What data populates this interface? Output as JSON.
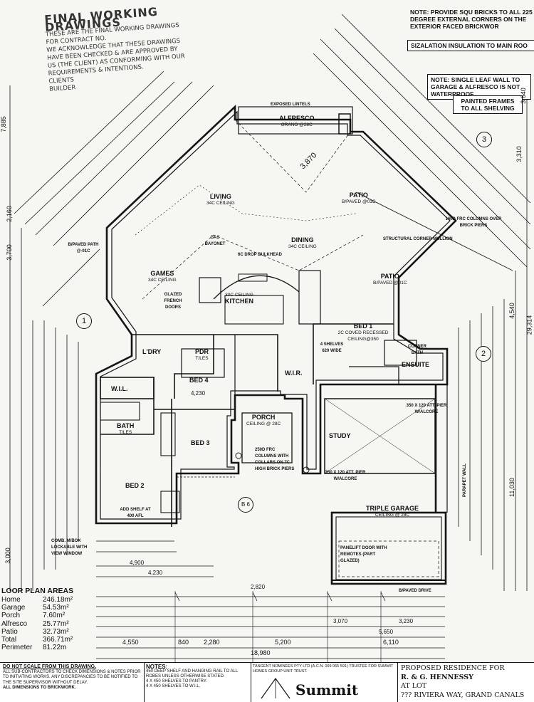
{
  "stamp": {
    "title": "FINAL WORKING DRAWINGS",
    "lines": [
      "THESE ARE THE FINAL WORKING DRAWINGS",
      "FOR CONTRACT No.",
      "WE ACKNOWLEDGE THAT THESE DRAWINGS",
      "HAVE BEEN CHECKED & ARE APPROVED BY",
      "US (THE CLIENT) AS CONFORMING WITH OUR",
      "REQUIREMENTS & INTENTIONS.",
      "CLIENTS",
      "BUILDER"
    ]
  },
  "notes": {
    "bricks": "NOTE: PROVIDE SQU BRICKS TO ALL 225 DEGREE EXTERNAL CORNERS ON THE EXTERIOR FACED BRICKWOR",
    "insulation": "SIZALATION INSULATION TO MAIN ROO",
    "wall": "NOTE: SINGLE LEAF WALL TO GARAGE & ALFRESCO IS NOT WATERPROOF",
    "frames": "PAINTED FRAMES TO ALL SHELVING"
  },
  "rooms": {
    "alfresco": {
      "name": "ALFRESCO",
      "sub": "GRANO @28C"
    },
    "living": {
      "name": "LIVING",
      "sub": "34c CEILING"
    },
    "dining": {
      "name": "DINING",
      "sub": "34c CEILING"
    },
    "patio_top": {
      "name": "PATIO",
      "sub": "B/PAVED @01C"
    },
    "patio_right": {
      "name": "PATIO",
      "sub": "B/PAVED @01C"
    },
    "games": {
      "name": "GAMES",
      "sub": "34c CEILING"
    },
    "kitchen": {
      "name": "KITCHEN",
      "sub": "30c CEILING"
    },
    "bed1": {
      "name": "BED 1",
      "sub": "2C COVED RECESSED CEILING@350"
    },
    "ldry": {
      "name": "L'DRY",
      "sub": ""
    },
    "pdr": {
      "name": "PDR",
      "sub": "T/LES"
    },
    "bed4": {
      "name": "BED 4",
      "sub": ""
    },
    "wil": {
      "name": "W.I.L.",
      "sub": ""
    },
    "bath": {
      "name": "BATH",
      "sub": "T/LES"
    },
    "bed3": {
      "name": "BED 3",
      "sub": ""
    },
    "bed2": {
      "name": "BED 2",
      "sub": ""
    },
    "porch": {
      "name": "PORCH",
      "sub": "CEILING @ 28C"
    },
    "study": {
      "name": "STUDY",
      "sub": ""
    },
    "ensuite": {
      "name": "ENSUITE",
      "sub": ""
    },
    "wir": {
      "name": "W.I.R.",
      "sub": ""
    },
    "garage": {
      "name": "TRIPLE GARAGE",
      "sub": "CEILING @ 28C"
    }
  },
  "plan_notes": {
    "exposed_lintels": "EXPOSED LINTELS",
    "structural_mullion": "STRUCTURAL CORNER MULLION",
    "frc_columns": "160D FRC COLUMNS OVER BRICK PIERS",
    "drop_bulkhead": "6C DROP BULKHEAD",
    "glazed_doors": "GLAZED FRENCH DOORS",
    "gas_bayonet": "GAS BAYONET",
    "bipaved_path": "B/PAVED PATH @-01C",
    "corner_bath": "CORNER BATH",
    "att_pier_1": "350 X 120 ATT. PIER W/ALCORE",
    "att_pier_2": "350 X 120 ATT. PIER W/ALCORE",
    "porch_columns": "250D FRC COLUMNS WITH COLLARS ON 7C HIGH BRICK PIERS",
    "panel_door": "PANELIFT DOOR WITH REMOTES (PART GLAZED)",
    "mailbox": "COMB. M/BOX LOCKABLE WITH VIEW WINDOW",
    "drive": "B/PAVED DRIVE",
    "parapet": "PARAPET WALL",
    "shelves": "4 SHELVES 620 WIDE",
    "add_shelf": "ADD SHELF AT 400 AFL"
  },
  "areas": {
    "title": "LOOR PLAN AREAS",
    "rows": [
      {
        "label": "Home",
        "value": "246.18m²"
      },
      {
        "label": "Garage",
        "value": "54.53m²"
      },
      {
        "label": "Porch",
        "value": "7.60m²"
      },
      {
        "label": "Alfresco",
        "value": "25.77m²"
      },
      {
        "label": "Patio",
        "value": "32.73m²"
      },
      {
        "label": "Total",
        "value": "366.71m²"
      },
      {
        "label": "Perimeter",
        "value": "81.22m"
      }
    ]
  },
  "dims": {
    "bottom_total": "18,980",
    "bottom_a": "4,550",
    "bottom_b": "840",
    "bottom_c": "2,280",
    "bottom_d": "5,200",
    "bottom_e": "6,110",
    "right_total": "29,314",
    "right_a": "11,030",
    "right_b": "4,540",
    "right_c": "3,310",
    "right_d": "3,640",
    "left_a": "7,885",
    "left_b": "3,700",
    "left_c": "2,160",
    "left_d": "3,000",
    "garage_w": "5,650",
    "garage_w2": "3,230",
    "study_w": "3,070",
    "porch_w": "2,820",
    "bed2_w": "4,900",
    "bed2_w2": "4,230",
    "bed4_w": "4,230",
    "diag_1": "3,870"
  },
  "markers": {
    "m1": "1",
    "m2": "2",
    "m3": "3",
    "b6": "B 6"
  },
  "footer": {
    "scale_title": "DO NOT SCALE FROM THIS DRAWING.",
    "scale_text": "All Sub-contractors to check dimensions & notes prior to initiating works. Any discrepancies to be notified to the Site Supervisor without delay.",
    "brickwork": "ALL DIMENSIONS TO BRICKWORK.",
    "notes_title": "NOTES:",
    "notes_lines": [
      "450 DEEP SHELF AND HANGING RAIL TO ALL ROBES UNLESS OTHERWISE STATED.",
      "4 x 450 SHELVES TO PANTRY.",
      "4 x 450 SHELVES TO W.I.L."
    ],
    "trustee": "TANGENT NOMINEES PTY LTD (A.C.N. 009 065 591) TRUSTEE FOR SUMMIT HOMES GROUP UNIT TRUST.",
    "logo": "Summit",
    "proposed": "PROPOSED RESIDENCE FOR",
    "client": "R. & G. HENNESSY",
    "lot": "AT LOT",
    "street": "??? RIVIERA WAY, GRAND CANALS"
  }
}
